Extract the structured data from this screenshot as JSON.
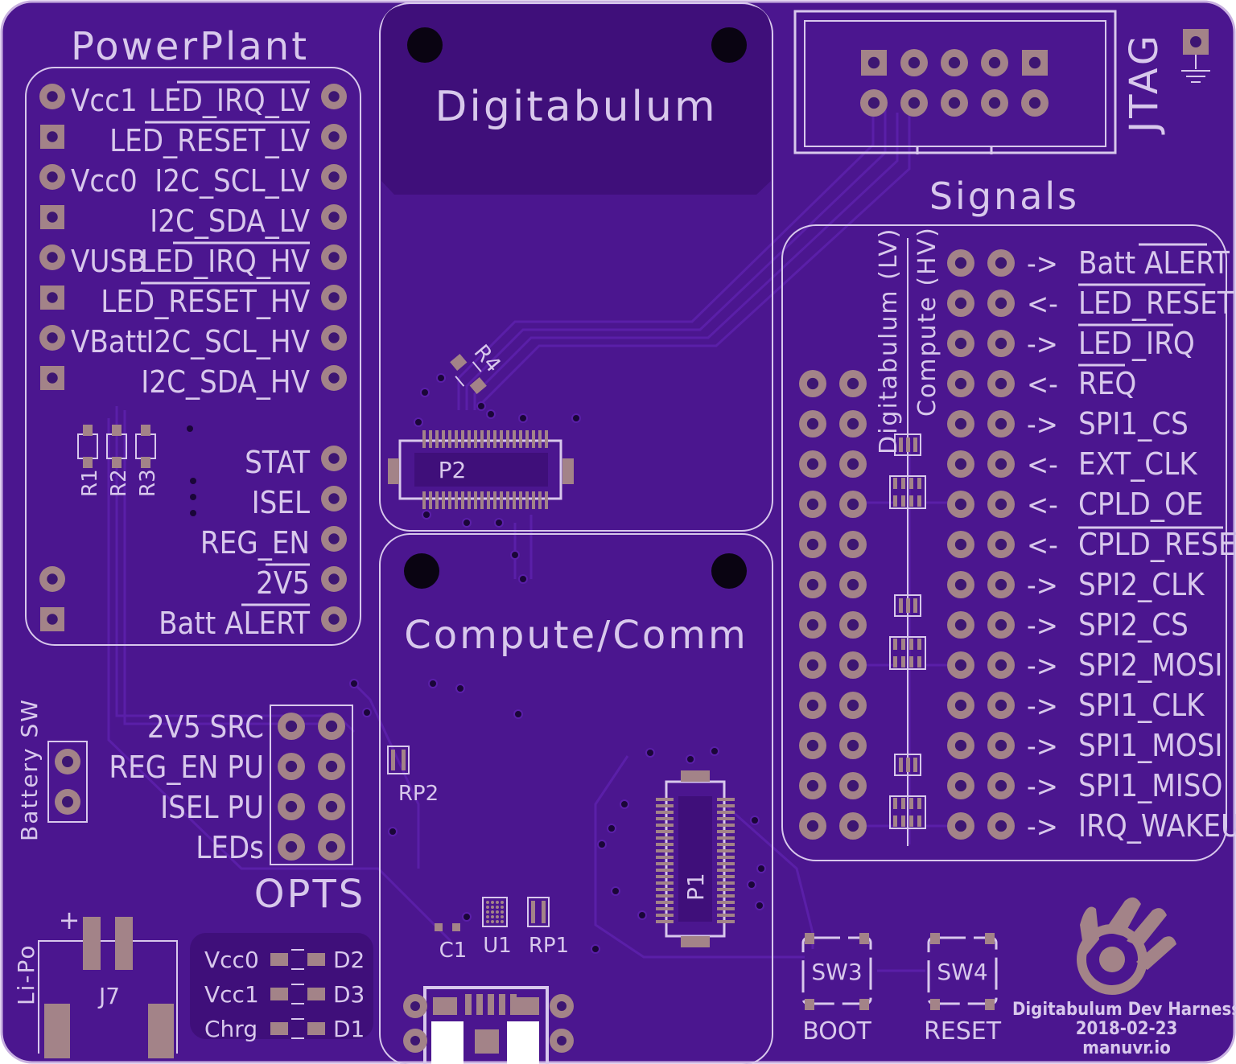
{
  "board": {
    "bg_color": "#4b168f",
    "outline_color": "#c8b0e0",
    "silk_color": "#d8c8ec",
    "pad_color": "#a38388"
  },
  "powerplant": {
    "title": "PowerPlant",
    "left_labels": [
      "Vcc1",
      "Vcc0",
      "VUSB",
      "VBatt"
    ],
    "right_labels": [
      "LED_IRQ_LV",
      "LED_RESET_LV",
      "I2C_SCL_LV",
      "I2C_SDA_LV",
      "LED_IRQ_HV",
      "LED_RESET_HV",
      "I2C_SCL_HV",
      "I2C_SDA_HV",
      "STAT",
      "ISEL",
      "REG_EN",
      "2V5",
      "Batt ALERT"
    ],
    "resistors": [
      "R1",
      "R2",
      "R3"
    ]
  },
  "digitabulum": {
    "title": "Digitabulum",
    "connector": "P2",
    "resistor": "R4"
  },
  "compute": {
    "title": "Compute/Comm",
    "connector": "P1",
    "parts": [
      "C1",
      "U1",
      "RP1",
      "RP2"
    ]
  },
  "jtag": {
    "label": "JTAG"
  },
  "signals": {
    "title": "Signals",
    "col_lv": "Digitabulum (LV)",
    "col_hv": "Compute (HV)",
    "rows": [
      {
        "dir": "->",
        "name": "Batt ALERT"
      },
      {
        "dir": "<-",
        "name": "LED_RESET"
      },
      {
        "dir": "->",
        "name": "LED_IRQ"
      },
      {
        "dir": "<-",
        "name": "REQ"
      },
      {
        "dir": "->",
        "name": "SPI1_CS"
      },
      {
        "dir": "<-",
        "name": "EXT_CLK"
      },
      {
        "dir": "<-",
        "name": "CPLD_OE"
      },
      {
        "dir": "<-",
        "name": "CPLD_RESET"
      },
      {
        "dir": "->",
        "name": "SPI2_CLK"
      },
      {
        "dir": "->",
        "name": "SPI2_CS"
      },
      {
        "dir": "->",
        "name": "SPI2_MOSI"
      },
      {
        "dir": "->",
        "name": "SPI1_CLK"
      },
      {
        "dir": "->",
        "name": "SPI1_MOSI"
      },
      {
        "dir": "->",
        "name": "SPI1_MISO"
      },
      {
        "dir": "->",
        "name": "IRQ_WAKEUP"
      }
    ]
  },
  "opts": {
    "title": "OPTS",
    "labels": [
      "2V5 SRC",
      "REG_EN PU",
      "ISEL PU",
      "LEDs"
    ]
  },
  "battery_sw": {
    "label": "Battery SW"
  },
  "lipo": {
    "label": "Li-Po",
    "ref": "J7",
    "plus": "+"
  },
  "leds": {
    "rows": [
      {
        "name": "Vcc0",
        "ref": "D2"
      },
      {
        "name": "Vcc1",
        "ref": "D3"
      },
      {
        "name": "Chrg",
        "ref": "D1"
      }
    ]
  },
  "switches": [
    {
      "ref": "SW3",
      "label": "BOOT"
    },
    {
      "ref": "SW4",
      "label": "RESET"
    }
  ],
  "credit": {
    "line1": "Digitabulum Dev Harness",
    "line2": "2018-02-23",
    "line3": "manuvr.io"
  }
}
